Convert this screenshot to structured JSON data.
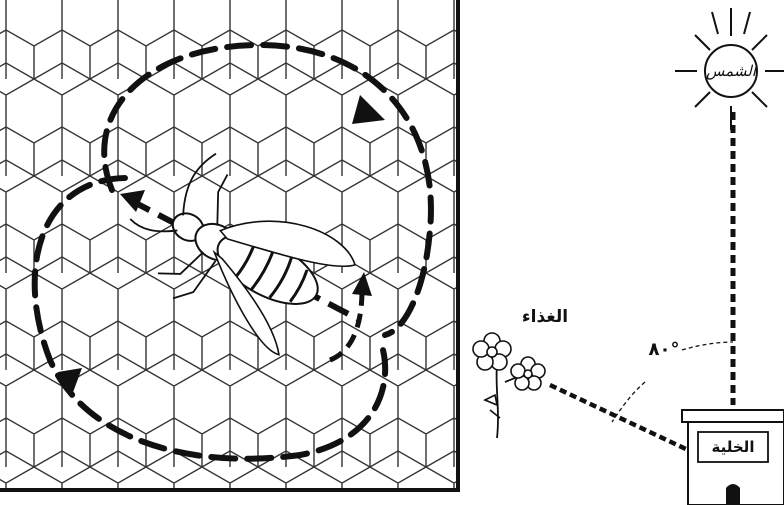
{
  "labels": {
    "sun": "الشمس",
    "food": "الغذاء",
    "hive": "الخلية",
    "angle": "٨٠°"
  },
  "colors": {
    "ink": "#111111",
    "paper": "#ffffff"
  },
  "icons": [
    "sun-icon",
    "flower-icon",
    "hive-icon",
    "bee-icon",
    "honeycomb-pattern"
  ]
}
